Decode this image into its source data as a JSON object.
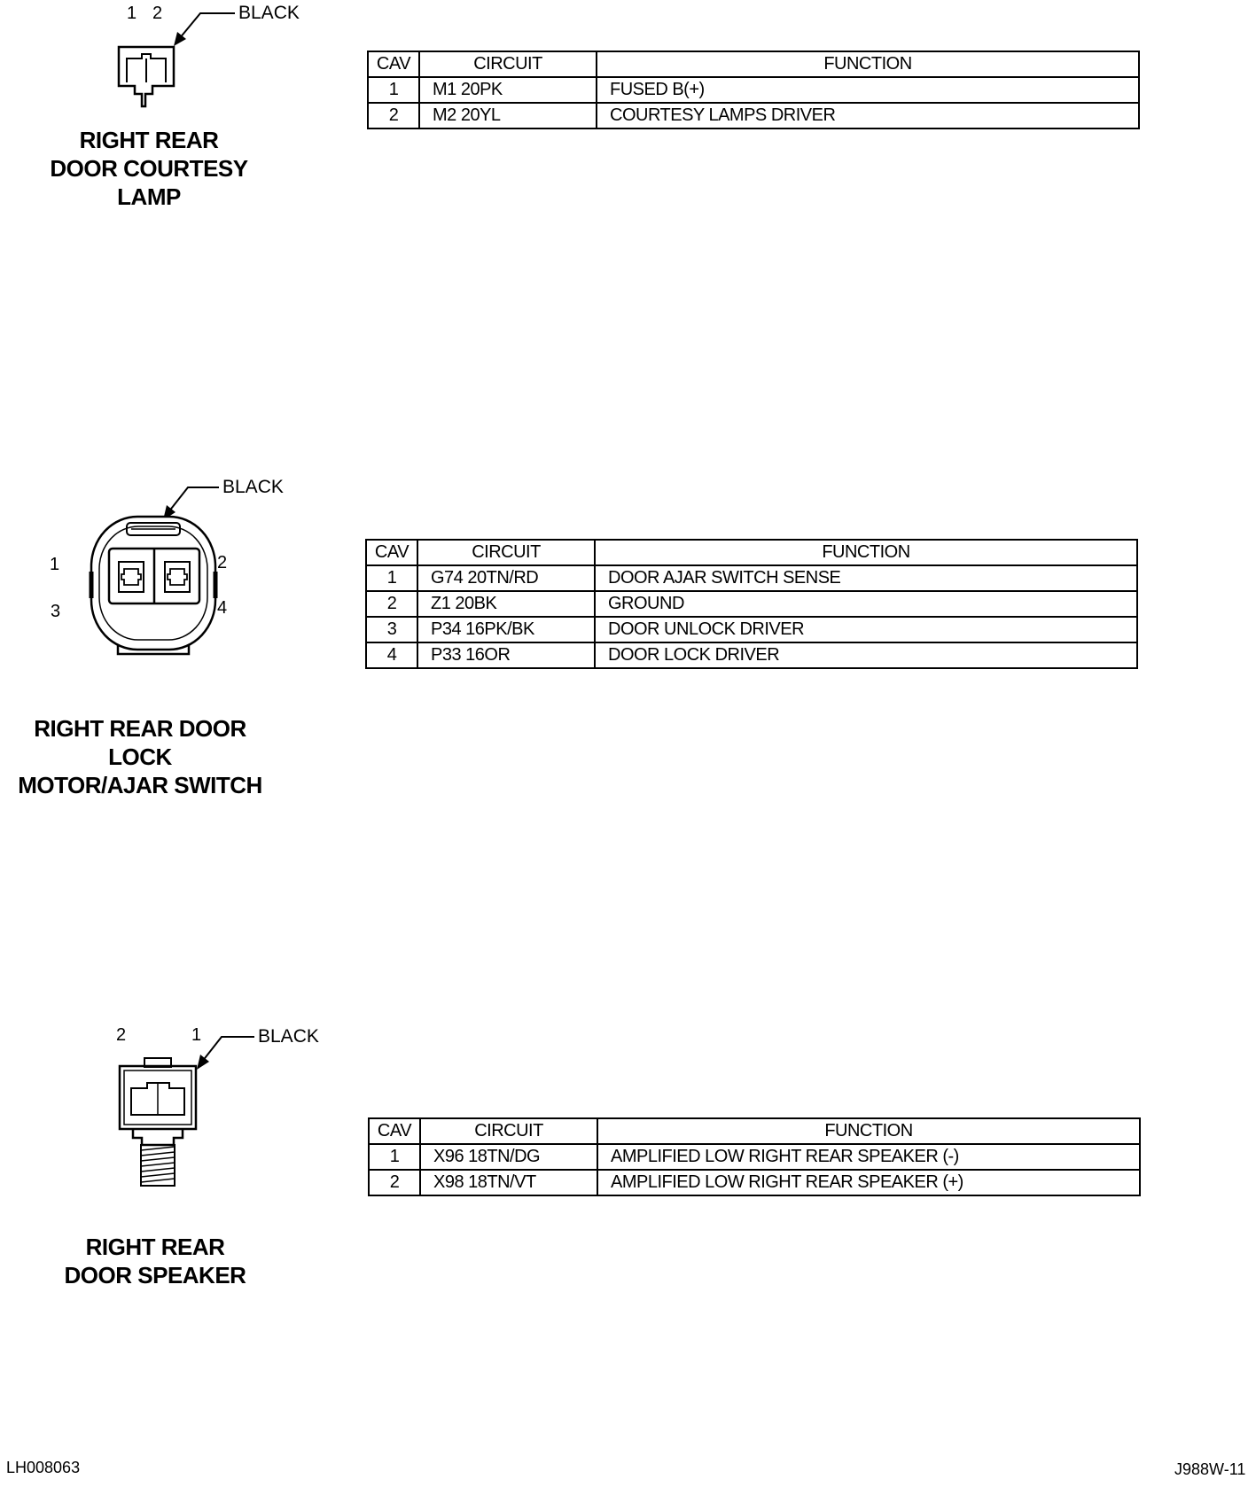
{
  "connectors": [
    {
      "title_lines": [
        "RIGHT REAR",
        "DOOR COURTESY",
        "LAMP"
      ],
      "color": "BLACK",
      "pin_labels": [
        "1",
        "2"
      ],
      "table": {
        "headers": [
          "CAV",
          "CIRCUIT",
          "FUNCTION"
        ],
        "rows": [
          {
            "cav": "1",
            "circuit": "M1 20PK",
            "function": "FUSED B(+)"
          },
          {
            "cav": "2",
            "circuit": "M2 20YL",
            "function": "COURTESY LAMPS DRIVER"
          }
        ]
      }
    },
    {
      "title_lines": [
        "RIGHT REAR DOOR LOCK",
        "MOTOR/AJAR SWITCH"
      ],
      "color": "BLACK",
      "pin_labels": [
        "1",
        "2",
        "3",
        "4"
      ],
      "table": {
        "headers": [
          "CAV",
          "CIRCUIT",
          "FUNCTION"
        ],
        "rows": [
          {
            "cav": "1",
            "circuit": "G74 20TN/RD",
            "function": "DOOR AJAR SWITCH SENSE"
          },
          {
            "cav": "2",
            "circuit": "Z1 20BK",
            "function": "GROUND"
          },
          {
            "cav": "3",
            "circuit": "P34 16PK/BK",
            "function": "DOOR UNLOCK DRIVER"
          },
          {
            "cav": "4",
            "circuit": "P33 16OR",
            "function": "DOOR LOCK DRIVER"
          }
        ]
      }
    },
    {
      "title_lines": [
        "RIGHT REAR",
        "DOOR SPEAKER"
      ],
      "color": "BLACK",
      "pin_labels": [
        "2",
        "1"
      ],
      "table": {
        "headers": [
          "CAV",
          "CIRCUIT",
          "FUNCTION"
        ],
        "rows": [
          {
            "cav": "1",
            "circuit": "X96 18TN/DG",
            "function": "AMPLIFIED LOW RIGHT REAR SPEAKER (-)"
          },
          {
            "cav": "2",
            "circuit": "X98 18TN/VT",
            "function": "AMPLIFIED LOW RIGHT REAR SPEAKER (+)"
          }
        ]
      }
    }
  ],
  "footer": {
    "left_code": "LH008063",
    "right_code": "J988W-11"
  }
}
